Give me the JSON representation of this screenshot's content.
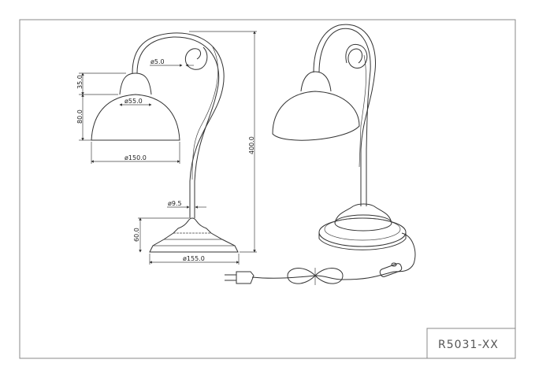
{
  "drawing": {
    "model_code": "R5031-XX",
    "dimensions": {
      "arm_diameter": "ø5.0",
      "cap_height": "35.0",
      "cap_diameter": "ø55.0",
      "shade_height": "80.0",
      "shade_diameter": "ø150.0",
      "total_height": "400.0",
      "stem_diameter": "ø9.5",
      "base_height": "60.0",
      "base_diameter": "ø155.0"
    },
    "colors": {
      "line": "#333333",
      "frame": "#888888"
    }
  }
}
